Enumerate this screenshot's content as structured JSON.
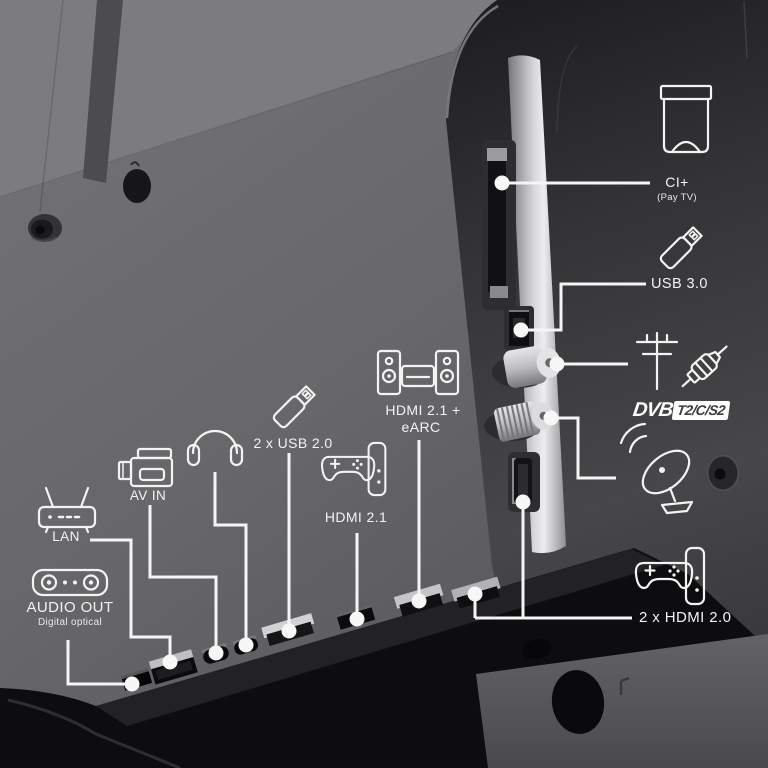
{
  "dvb_logo": {
    "prefix": "DVB",
    "chip": "T2/C/S2"
  },
  "connections": [
    {
      "id": "ci",
      "label": "CI+",
      "sublabel": "(Pay TV)",
      "icon": "ci-module-icon"
    },
    {
      "id": "usb3",
      "label": "USB 3.0",
      "icon": "usb-flash-drive-icon"
    },
    {
      "id": "antenna",
      "icon": "terrestrial-antenna-icon coax-plug-icon",
      "logo": "DVB-T2/C/S2"
    },
    {
      "id": "satellite",
      "icon": "satellite-dish-icon"
    },
    {
      "id": "hdmi20",
      "label": "2 x HDMI 2.0",
      "icon": "game-console-controller-icon"
    },
    {
      "id": "earc",
      "label_line1": "HDMI 2.1 +",
      "label_line2": "eARC",
      "icon": "speaker-system-icon"
    },
    {
      "id": "hdmi21",
      "label": "HDMI 2.1",
      "icon": "game-console-controller-icon"
    },
    {
      "id": "usb2",
      "label": "2 x USB 2.0",
      "icon": "usb-flash-drive-icon"
    },
    {
      "id": "headphones",
      "icon": "headphones-icon"
    },
    {
      "id": "avin",
      "label": "AV IN",
      "icon": "camcorder-icon"
    },
    {
      "id": "lan",
      "label": "LAN",
      "icon": "router-icon"
    },
    {
      "id": "audio",
      "label": "AUDIO OUT",
      "sublabel": "Digital optical",
      "icon": "soundbar-icon"
    }
  ],
  "colors": {
    "annotation_white": "#f3f3f3",
    "panel_gray": "#69696b",
    "panel_light": "#7c7c7e",
    "bay_dark": "#2a2a2c",
    "metal_light": "#d9d9db",
    "bottom_black": "#0d0d0f",
    "stand_gray": "#58585a",
    "dvb_chip_text": "#3c3c3e"
  }
}
